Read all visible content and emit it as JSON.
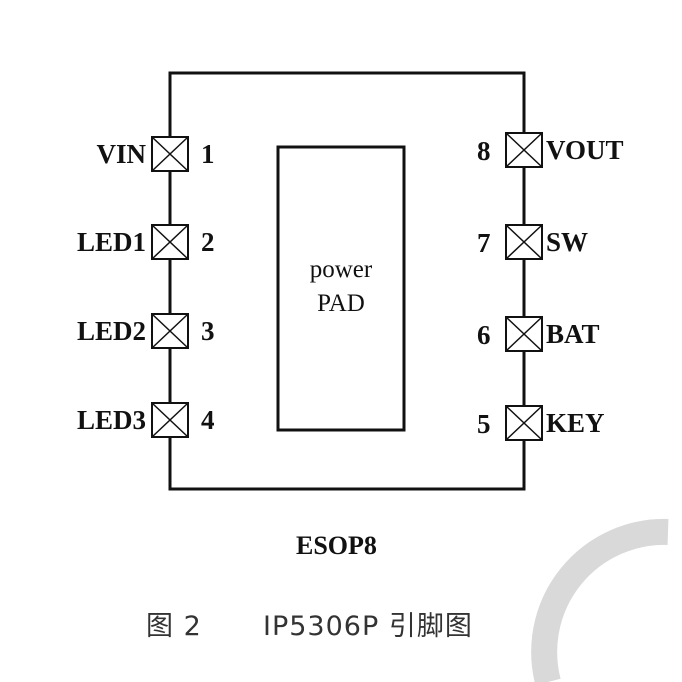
{
  "diagram": {
    "pins_left": [
      {
        "number": "1",
        "name": "VIN"
      },
      {
        "number": "2",
        "name": "LED1"
      },
      {
        "number": "3",
        "name": "LED2"
      },
      {
        "number": "4",
        "name": "LED3"
      }
    ],
    "pins_right": [
      {
        "number": "8",
        "name": "VOUT"
      },
      {
        "number": "7",
        "name": "SW"
      },
      {
        "number": "6",
        "name": "BAT"
      },
      {
        "number": "5",
        "name": "KEY"
      }
    ],
    "pad": {
      "line1": "power",
      "line2": "PAD"
    },
    "package": "ESOP8"
  },
  "caption": {
    "figure_label": "图 2",
    "title": "IP5306P 引脚图"
  },
  "colors": {
    "line": "#111111",
    "caption_text": "#333333",
    "watermark": "#d9d9d9"
  }
}
